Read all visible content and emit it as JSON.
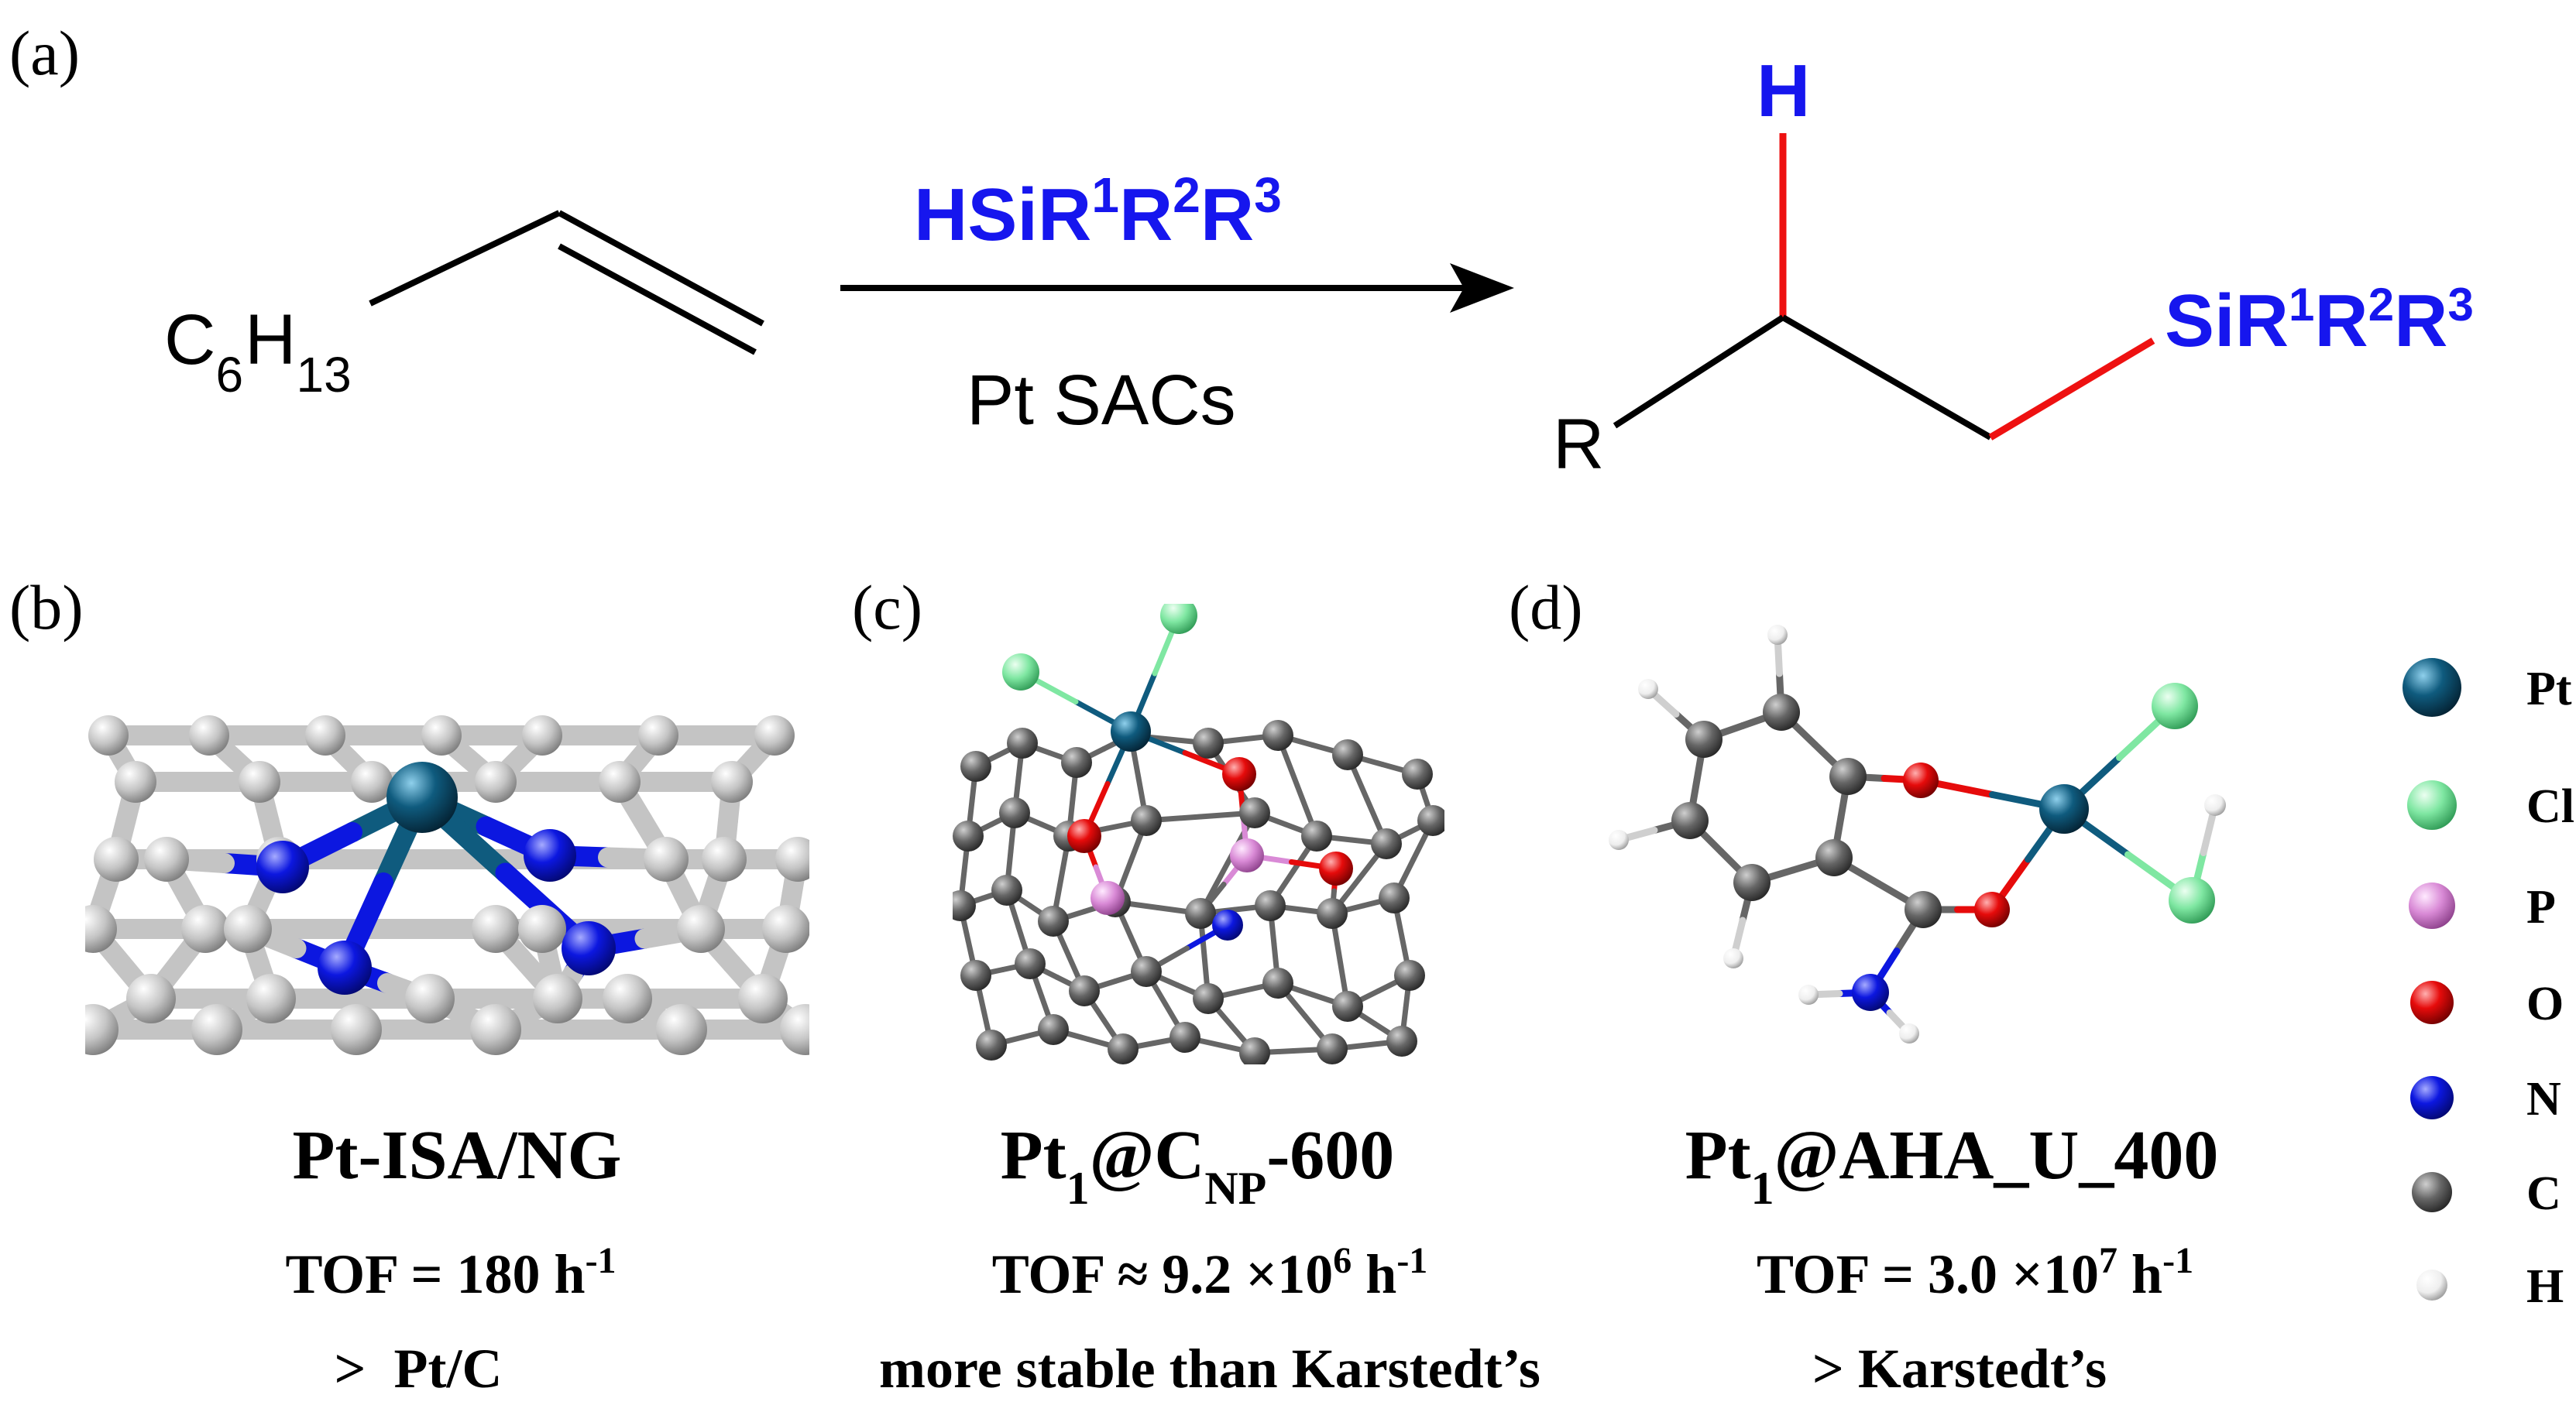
{
  "colors": {
    "pt": "#0f5b7e",
    "cl": "#7fe7a2",
    "p": "#d98ad6",
    "o": "#e60b0b",
    "n": "#0c17e0",
    "c": "#666666",
    "h": "#f2f2f2",
    "sheet_c": "#c4c4c4",
    "new_bond": "#ee1111",
    "reagent": "#1616ee"
  },
  "panel_a": {
    "label": "(a)",
    "reactant_sub": "6",
    "reactant_sub2": "13",
    "reagent_sup1": "1",
    "reagent_sup2": "2",
    "reagent_sup3": "3",
    "catalyst": "Pt SACs",
    "product_h": "H",
    "product_r": "R"
  },
  "panels": [
    {
      "label": "(b)",
      "name": "Pt-ISA/NG",
      "tof": "TOF = 180 h",
      "tof_sup": "-1",
      "note": ">  Pt/C"
    },
    {
      "label": "(c)",
      "name_prefix": "Pt",
      "name_sub1": "1",
      "name_mid": "@C",
      "name_sub2": "NP",
      "name_suffix": "-600",
      "tof": "TOF ≈ 9.2 ×10",
      "tof_exp": "6",
      "tof_unit": " h",
      "tof_sup": "-1",
      "note": "more stable than Karstedt’s"
    },
    {
      "label": "(d)",
      "name_prefix": "Pt",
      "name_sub1": "1",
      "name_suffix": "@AHA_U_400",
      "tof": "TOF = 3.0 ×10",
      "tof_exp": "7",
      "tof_unit": " h",
      "tof_sup": "-1",
      "note": "> Karstedt’s"
    }
  ],
  "legend": [
    {
      "symbol": "Pt",
      "color_key": "pt"
    },
    {
      "symbol": "Cl",
      "color_key": "cl"
    },
    {
      "symbol": "P",
      "color_key": "p"
    },
    {
      "symbol": "O",
      "color_key": "o"
    },
    {
      "symbol": "N",
      "color_key": "n"
    },
    {
      "symbol": "C",
      "color_key": "c"
    },
    {
      "symbol": "H",
      "color_key": "h"
    }
  ]
}
